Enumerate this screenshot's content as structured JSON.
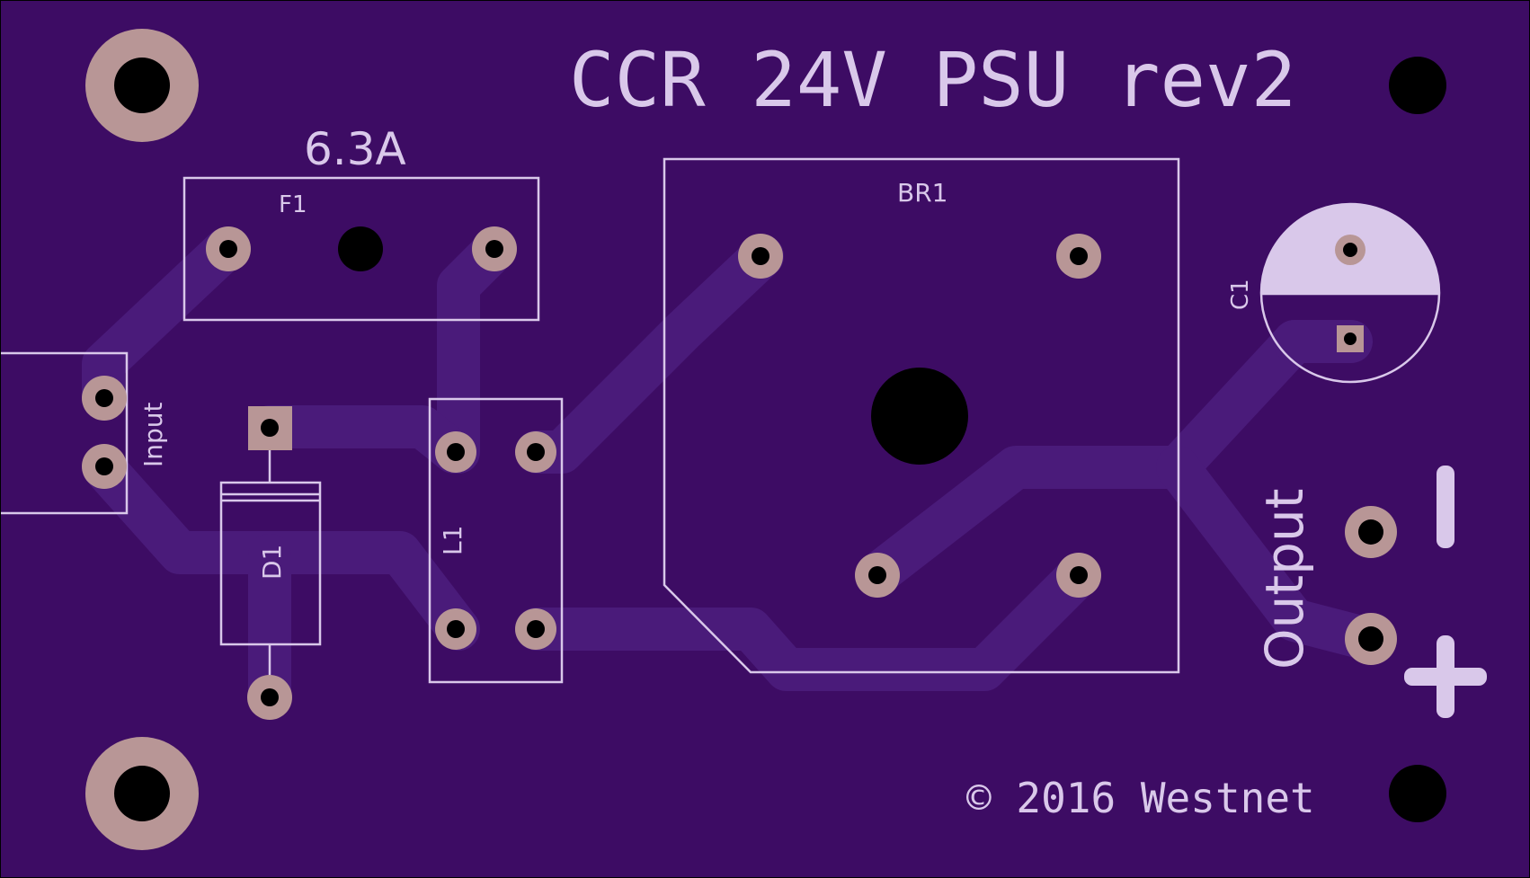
{
  "board": {
    "title": "CCR 24V PSU rev2",
    "copyright": "© 2016 Westnet",
    "fuse_rating": "6.3A",
    "colors": {
      "board": "#3d0c64",
      "trace": "#4a1b7a",
      "silkscreen": "#d9c8ea",
      "pad": "#b89696",
      "drill": "#000000"
    }
  },
  "components": {
    "fuse": "F1",
    "bridge": "BR1",
    "capacitor": "C1",
    "diode": "D1",
    "inductor": "L1",
    "input_connector": "Input",
    "output_connector": "Output"
  },
  "polarity": {
    "minus": "−",
    "plus": "+"
  }
}
